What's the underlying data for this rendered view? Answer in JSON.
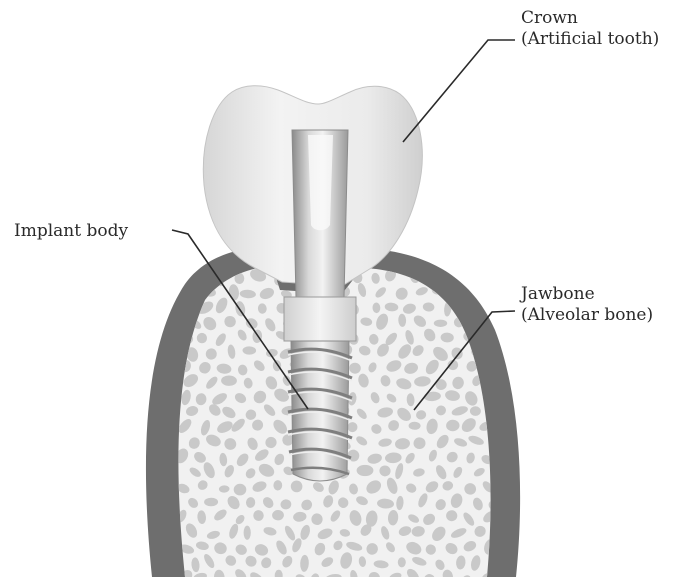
{
  "labels": {
    "crown": {
      "line1": "Crown",
      "line2": "(Artificial tooth)"
    },
    "implant": {
      "line1": "Implant body"
    },
    "jawbone": {
      "line1": "Jawbone",
      "line2": "(Alveolar bone)"
    }
  },
  "colors": {
    "bone_cortex": "#6e6e6e",
    "bone_fill": "#f1f1f1",
    "trabecula": "#c9c9c9",
    "crown_fill": "#e7e7e7",
    "implant": "#b4b4b4",
    "leader": "#2a2a2a"
  }
}
